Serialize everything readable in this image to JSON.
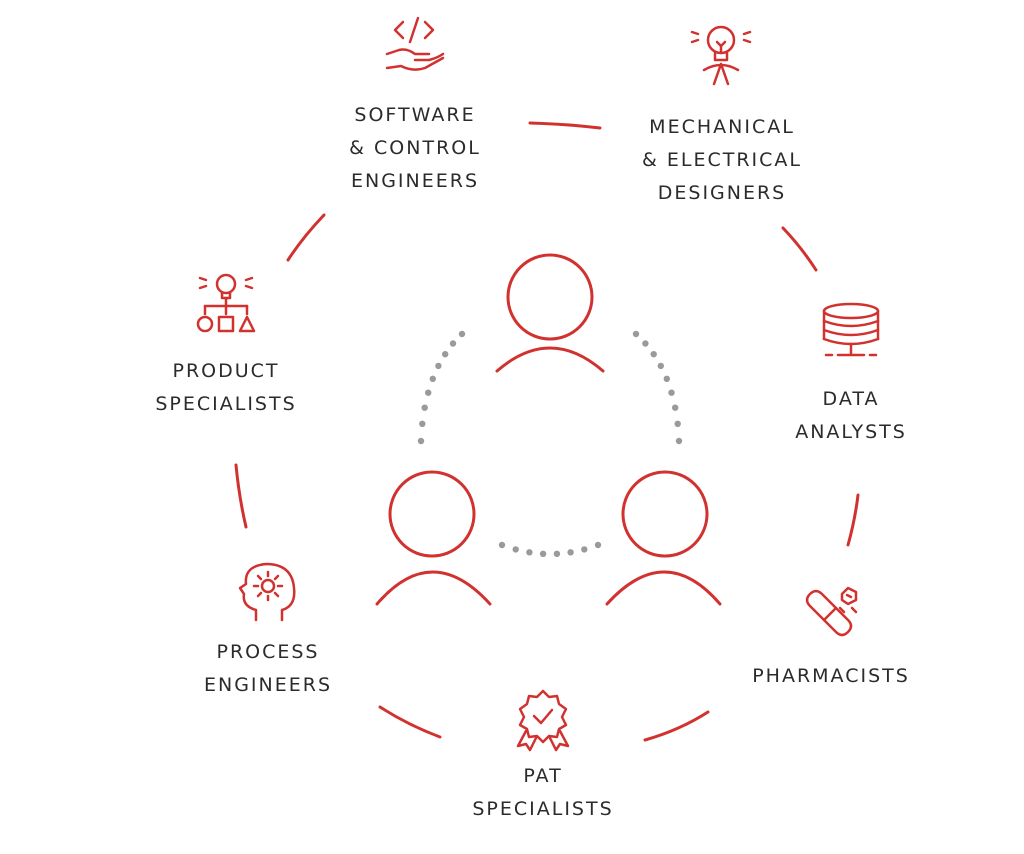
{
  "accent_color": "#d1322f",
  "dots_color": "#9a9a9a",
  "text_color": "#2b2b2b",
  "roles": [
    {
      "icon": "code-hand-icon",
      "lines": [
        "SOFTWARE",
        "& CONTROL",
        "ENGINEERS"
      ]
    },
    {
      "icon": "lightbulb-person-icon",
      "lines": [
        "MECHANICAL",
        "& ELECTRICAL",
        "DESIGNERS"
      ]
    },
    {
      "icon": "database-icon",
      "lines": [
        "DATA",
        "ANALYSTS"
      ]
    },
    {
      "icon": "pills-icon",
      "lines": [
        "PHARMACISTS"
      ]
    },
    {
      "icon": "award-badge-icon",
      "lines": [
        "PAT",
        "SPECIALISTS"
      ]
    },
    {
      "icon": "head-gear-icon",
      "lines": [
        "PROCESS",
        "ENGINEERS"
      ]
    },
    {
      "icon": "idea-flowchart-icon",
      "lines": [
        "PRODUCT",
        "SPECIALISTS"
      ]
    }
  ],
  "center_team": [
    "person-top-icon",
    "person-left-icon",
    "person-right-icon"
  ]
}
